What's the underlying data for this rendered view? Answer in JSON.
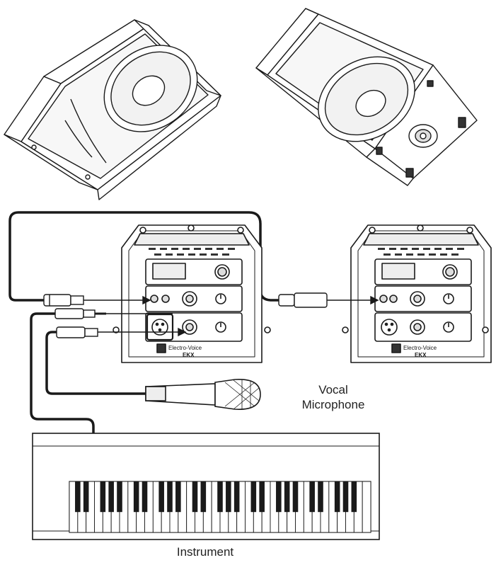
{
  "labels": {
    "vocal_line1": "Vocal",
    "vocal_line2": "Microphone",
    "instrument": "Instrument"
  },
  "speakers": [
    {
      "brand": "Electro-Voice",
      "model": "EKX"
    },
    {
      "brand": "Electro-Voice",
      "model": "EKX"
    }
  ],
  "colors": {
    "line": "#1a1a1a",
    "fill": "#ffffff",
    "shade": "#e8e8e8"
  }
}
